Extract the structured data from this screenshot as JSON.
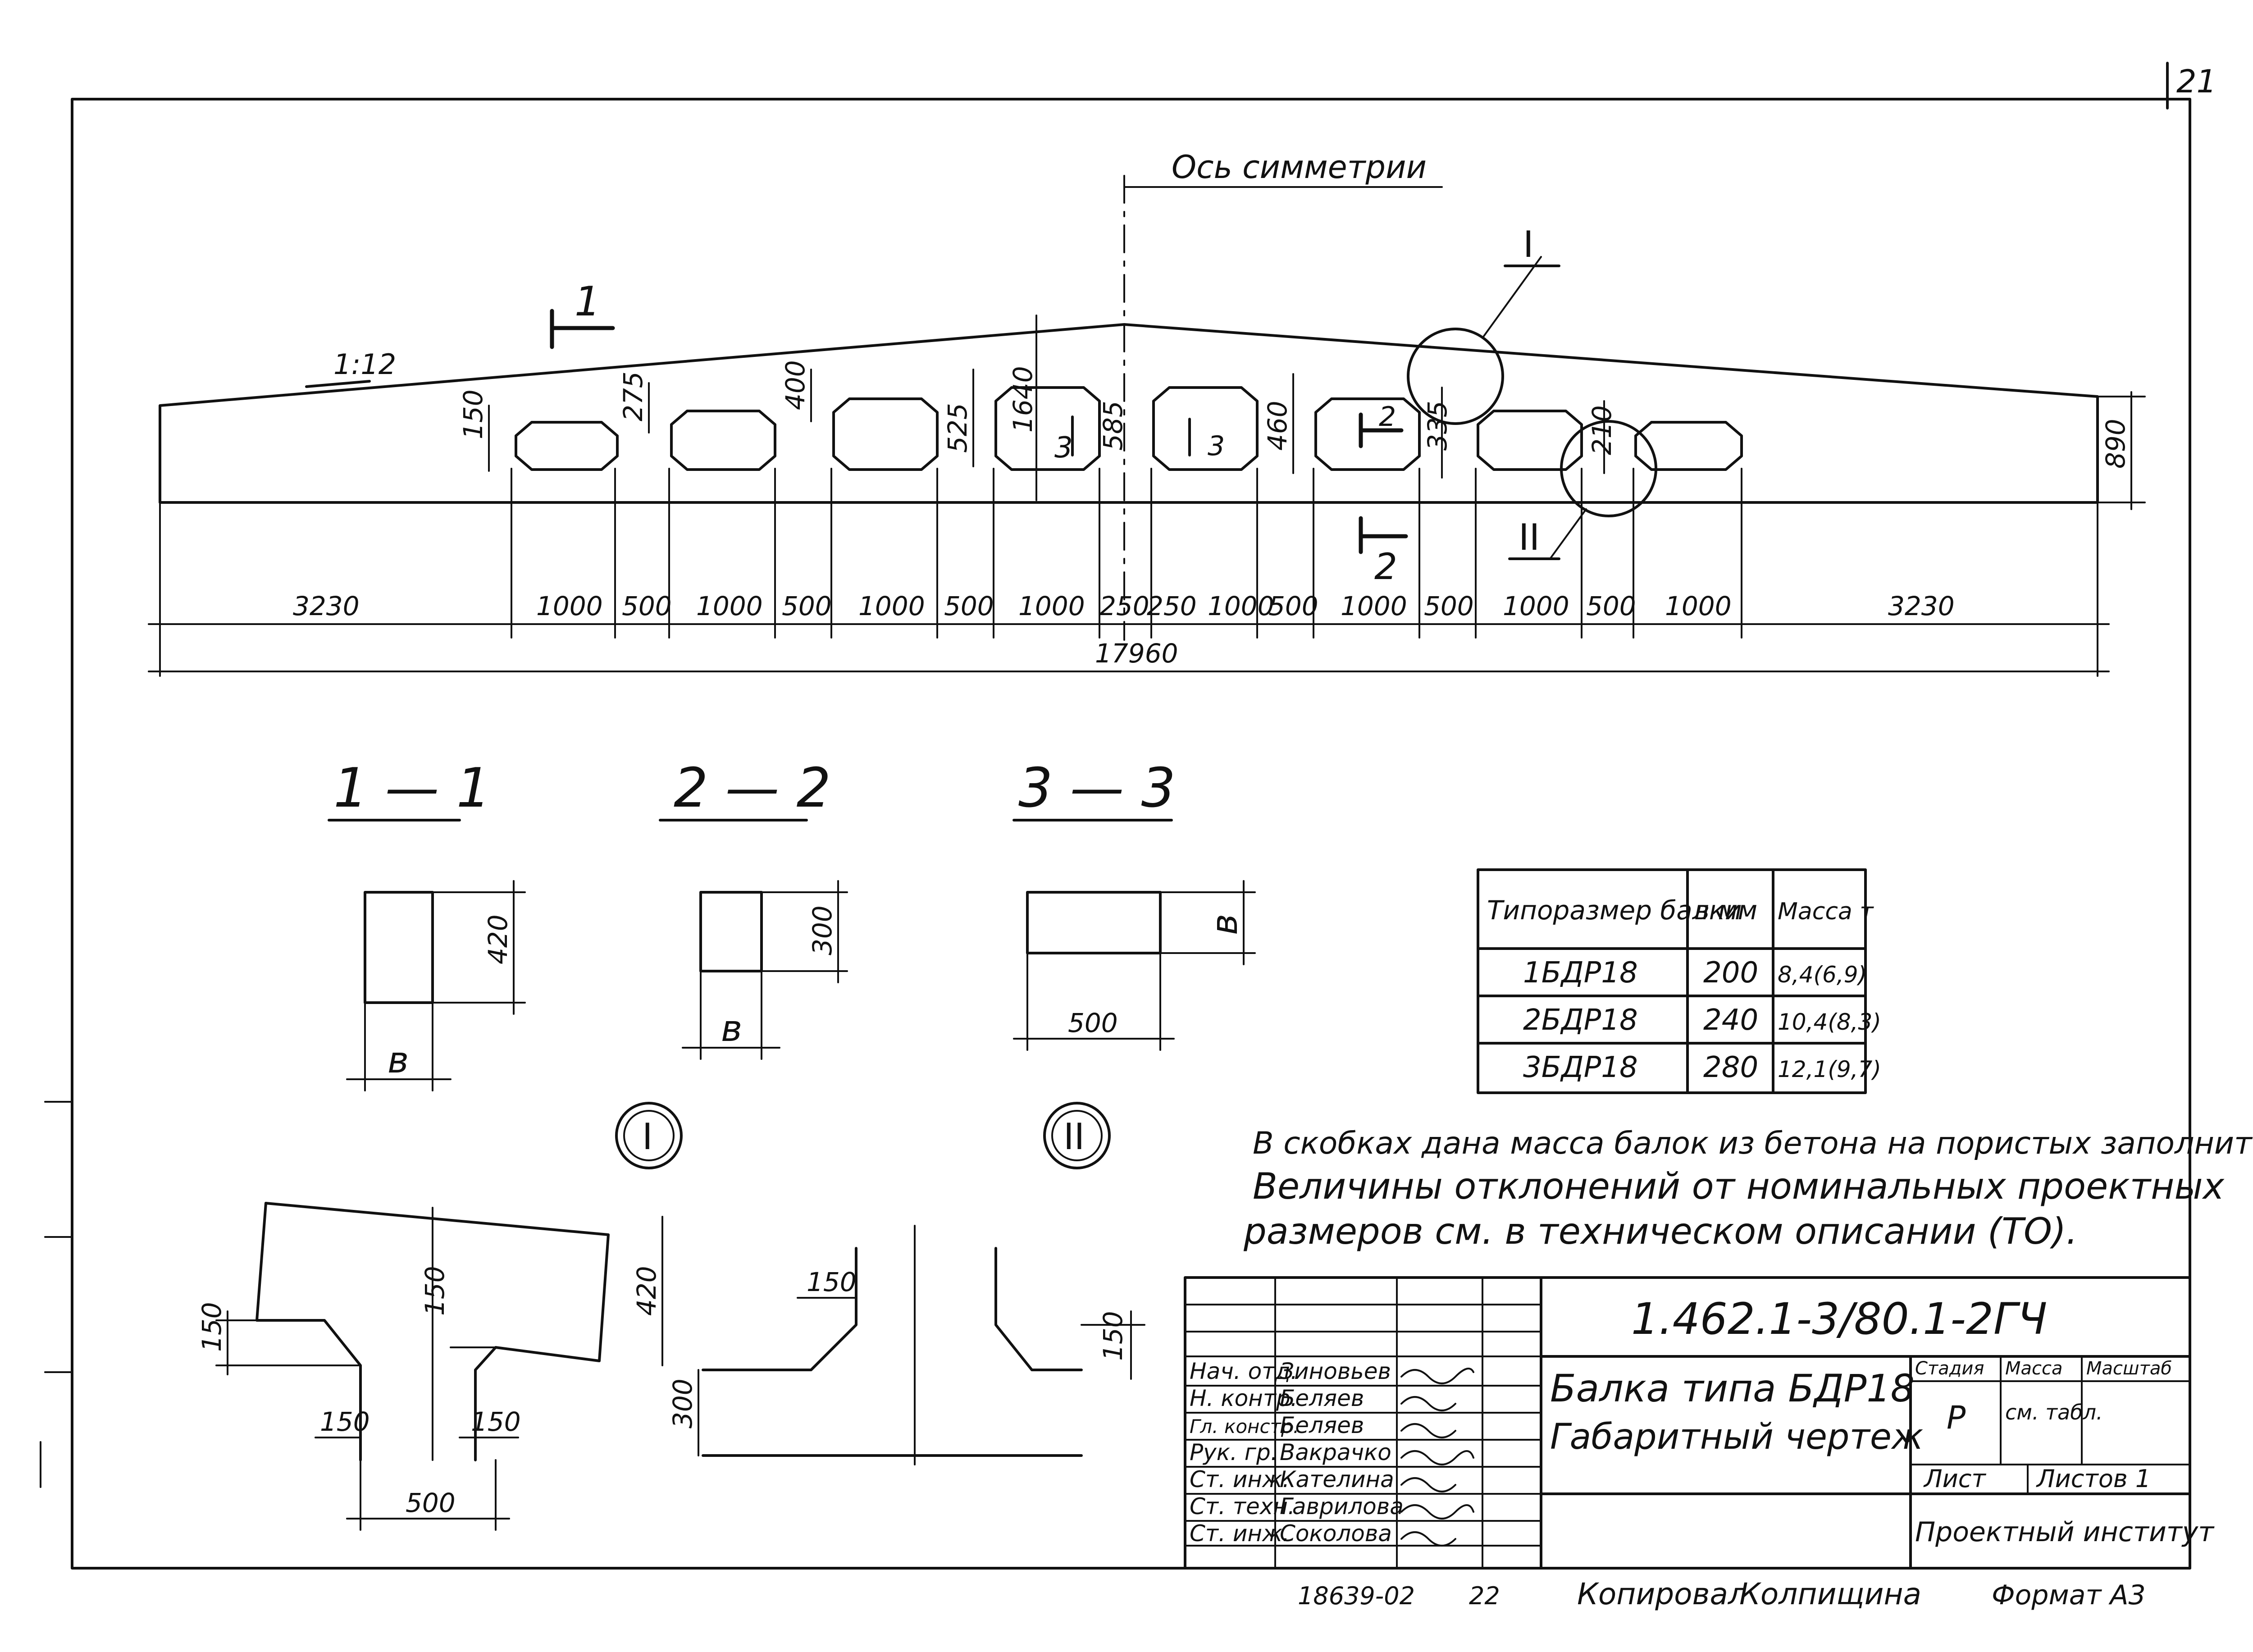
{
  "sheet": {
    "number": "21",
    "doc_code": "1.462.1-3/80.1-2ГЧ",
    "title_line1": "Балка типа БДР18",
    "title_line2": "Габаритный чертеж",
    "institute": "Проектный институт",
    "footer_left": "18639-02",
    "footer_mid": "22",
    "footer_copied": "Копировал",
    "footer_name": "Колпищина",
    "footer_format": "Формат А3"
  },
  "beam": {
    "axis_label": "Ось симметрии",
    "slope": "1:12",
    "section_mark_1": "1",
    "section_mark_2": "2",
    "section_mark_3a": "3",
    "section_mark_3b": "3",
    "detail_I": "I",
    "detail_II": "II",
    "height_right": "890",
    "center_height": "1640",
    "opening_heights": [
      "150",
      "275",
      "400",
      "525",
      "585",
      "460",
      "335",
      "210"
    ],
    "bottom_dims": [
      "3230",
      "1000",
      "500",
      "1000",
      "500",
      "1000",
      "500",
      "1000",
      "250",
      "250",
      "1000",
      "500",
      "1000",
      "500",
      "1000",
      "500",
      "1000",
      "3230"
    ],
    "overall": "17960"
  },
  "sections": {
    "s11": {
      "title": "1 — 1",
      "height": "420",
      "width": "в"
    },
    "s22": {
      "title": "2 — 2",
      "height": "300",
      "width": "в"
    },
    "s33": {
      "title": "3 — 3",
      "height": "в",
      "width": "500"
    }
  },
  "details": {
    "d1": {
      "label": "I",
      "dims": [
        "150",
        "150",
        "150",
        "150",
        "420",
        "500"
      ]
    },
    "d2": {
      "label": "II",
      "dims": [
        "150",
        "150",
        "300"
      ]
    }
  },
  "table": {
    "headers": [
      "Типоразмер балки",
      "в мм",
      "Масса т"
    ],
    "rows": [
      [
        "1БДР18",
        "200",
        "8,4(6,9)"
      ],
      [
        "2БДР18",
        "240",
        "10,4(8,3)"
      ],
      [
        "3БДР18",
        "280",
        "12,1(9,7)"
      ]
    ]
  },
  "notes": {
    "line1": "В скобках дана масса балок из бетона на пористых заполнителях.",
    "line2": "Величины отклонений от номинальных проектных",
    "line3": "размеров см. в техническом описании (ТО)."
  },
  "title_block": {
    "stage_h": "Стадия",
    "mass_h": "Масса",
    "scale_h": "Масштаб",
    "stage": "Р",
    "mass": "см. табл.",
    "sheet_h": "Лист",
    "sheets_h": "Листов 1",
    "staff": [
      [
        "Нач. отд.",
        "Зиновьев"
      ],
      [
        "Н. контр.",
        "Беляев"
      ],
      [
        "Гл. констр.",
        "Беляев"
      ],
      [
        "Рук. гр.",
        "Вакрачко"
      ],
      [
        "Ст. инж.",
        "Кателина"
      ],
      [
        "Ст. техн.",
        "Гаврилова"
      ],
      [
        "Ст. инж.",
        "Соколова"
      ]
    ]
  }
}
